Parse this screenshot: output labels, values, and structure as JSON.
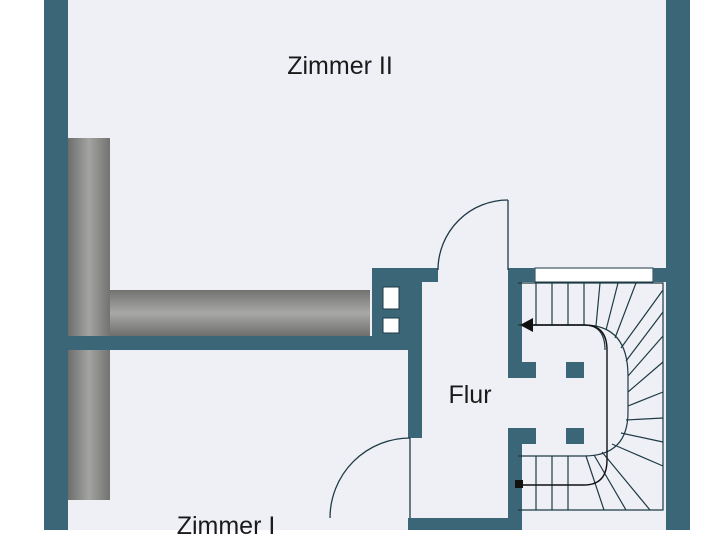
{
  "rooms": {
    "zimmer_2": "Zimmer II",
    "flur": "Flur",
    "zimmer_1": "Zimmer I"
  },
  "colors": {
    "wall": "#3a6677",
    "floor": "#eef0f6",
    "line": "#1e3a44",
    "closet": "#8a8a88"
  }
}
